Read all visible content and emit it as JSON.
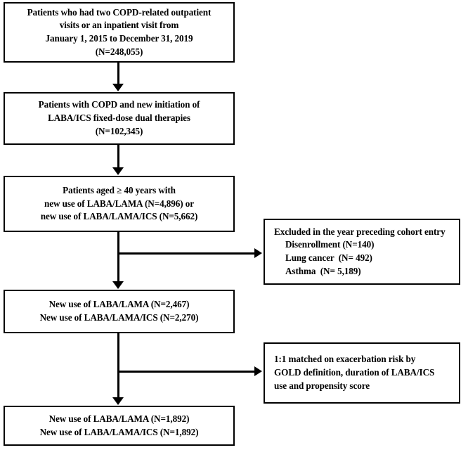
{
  "figure": {
    "type": "flowchart",
    "title": "COPD cohort selection flow diagram"
  },
  "nodes": {
    "screened": {
      "lines": [
        "Patients who had two COPD-related outpatient",
        "visits or an inpatient visit from",
        "January 1, 2015 to December 31, 2019",
        "(N=248,055)"
      ]
    },
    "initiation": {
      "lines": [
        "Patients with COPD and new initiation of",
        "LABA/ICS fixed-dose dual therapies",
        "(N=102,345)"
      ]
    },
    "aged40": {
      "lines": [
        "Patients aged ≥ 40 years with",
        "new use of LABA/LAMA (N=4,896) or",
        "new use of LABA/LAMA/ICS (N=5,662)"
      ]
    },
    "excluded": {
      "lines": [
        "Excluded in the year preceding cohort entry",
        "Disenrollment (N=140)",
        "Lung cancer  (N= 492)",
        "Asthma  (N= 5,189)"
      ]
    },
    "newuse": {
      "lines": [
        "New use of LABA/LAMA (N=2,467)",
        "New use of LABA/LAMA/ICS (N=2,270)"
      ]
    },
    "matching": {
      "lines": [
        "1:1 matched on exacerbation risk by",
        "GOLD definition, duration of LABA/ICS",
        "use and propensity score"
      ]
    },
    "matched": {
      "lines": [
        "New use of LABA/LAMA (N=1,892)",
        "New use of LABA/LAMA/ICS (N=1,892)"
      ]
    }
  },
  "colors": {
    "border": "#000000",
    "background": "#ffffff",
    "text": "#000000"
  }
}
